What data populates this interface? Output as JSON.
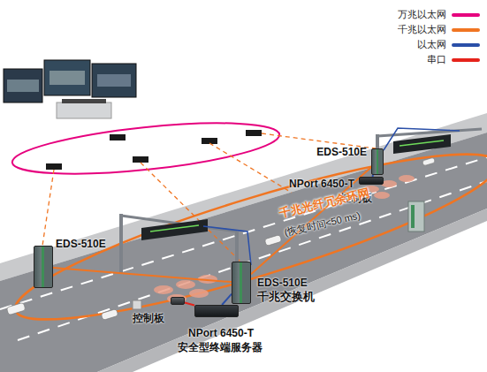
{
  "diagram": {
    "nodes": [
      {
        "text": [
          "EDS-510E"
        ]
      },
      {
        "text": [
          "NPort 6450-T",
          "控制板"
        ]
      },
      {
        "text": [
          "EDS-510E"
        ]
      },
      {
        "text": [
          "EDS-510E",
          "千兆交换机"
        ]
      },
      {
        "text": [
          "控制板"
        ]
      },
      {
        "text": [
          "NPort 6450-T",
          "安全型终端服务器"
        ]
      }
    ],
    "edges": [
      {
        "from": 2,
        "to": 3,
        "arrow": "none"
      },
      {
        "from": 3,
        "to": 0,
        "arrow": "none"
      },
      {
        "from": 3,
        "to": 5,
        "arrow": "none"
      },
      {
        "from": 5,
        "to": 4,
        "arrow": "none"
      },
      {
        "from": 0,
        "to": 1,
        "arrow": "none"
      }
    ],
    "labels": [
      "千兆光纤冗余环网",
      "(恢复时间<50 ms)"
    ],
    "legend": [
      {
        "text": "万兆以太网",
        "color": "#e6007e"
      },
      {
        "text": "千兆以太网",
        "color": "#f07522"
      },
      {
        "text": "以太网",
        "color": "#2a4fa8"
      },
      {
        "text": "串口",
        "color": "#e5231b"
      }
    ]
  }
}
